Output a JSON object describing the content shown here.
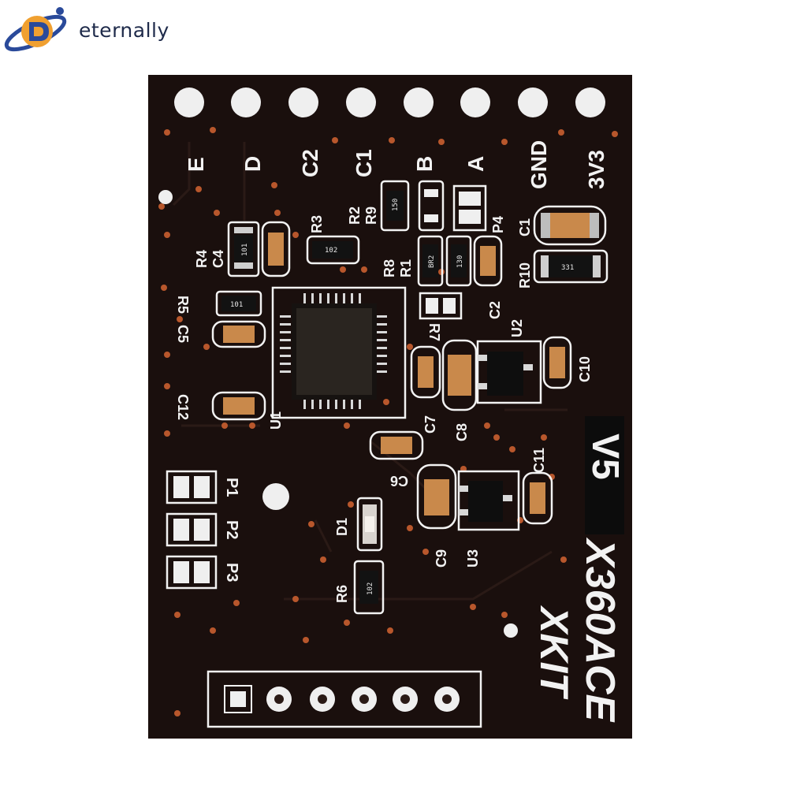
{
  "watermark": {
    "brand": "eternally"
  },
  "board": {
    "colors": {
      "pcb": "#1a0f0d",
      "silk": "#f2f2f2",
      "pad": "#efefef",
      "via": "#b8572c",
      "cap": "#c9894b"
    },
    "pin_labels": [
      "E",
      "D",
      "C2",
      "C1",
      "B",
      "A",
      "GND",
      "3V3"
    ],
    "component_labels": {
      "R4": "R4",
      "C4": "C4",
      "R3": "R3",
      "R2": "R2",
      "R9": "R9",
      "P4": "P4",
      "C1": "C1",
      "R8": "R8",
      "R1": "R1",
      "R10": "R10",
      "C2": "C2",
      "R5": "R5",
      "C5": "C5",
      "R7": "R7",
      "U2": "U2",
      "C10": "C10",
      "C12": "C12",
      "U1": "U1",
      "C7": "C7",
      "C8": "C8",
      "C6": "C6",
      "C11": "C11",
      "P1": "P1",
      "P2": "P2",
      "P3": "P3",
      "D1": "D1",
      "C9": "C9",
      "U3": "U3",
      "R6": "R6"
    },
    "resistor_codes": {
      "r4": "101",
      "r3": "102",
      "r2": "150",
      "r1": "BR2",
      "r8": "130",
      "r10": "331",
      "r5": "101",
      "r6": "102"
    },
    "product": {
      "brand": "XKIT",
      "model": "X360ACE",
      "version": "V5"
    }
  }
}
